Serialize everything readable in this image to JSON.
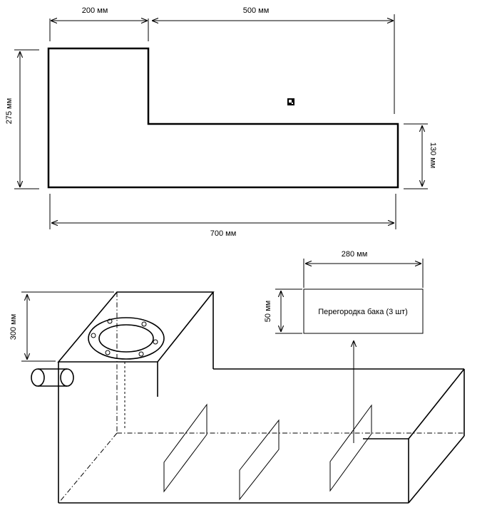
{
  "plan_view": {
    "dim_top_left": "200 мм",
    "dim_top_right": "500 мм",
    "dim_left": "275 мм",
    "dim_right": "130 мм",
    "dim_bottom": "700 мм"
  },
  "iso_view": {
    "dim_height": "300 мм"
  },
  "partition": {
    "dim_width": "280 мм",
    "dim_height": "50 мм",
    "label": "Перегородка бака (3 шт)"
  }
}
